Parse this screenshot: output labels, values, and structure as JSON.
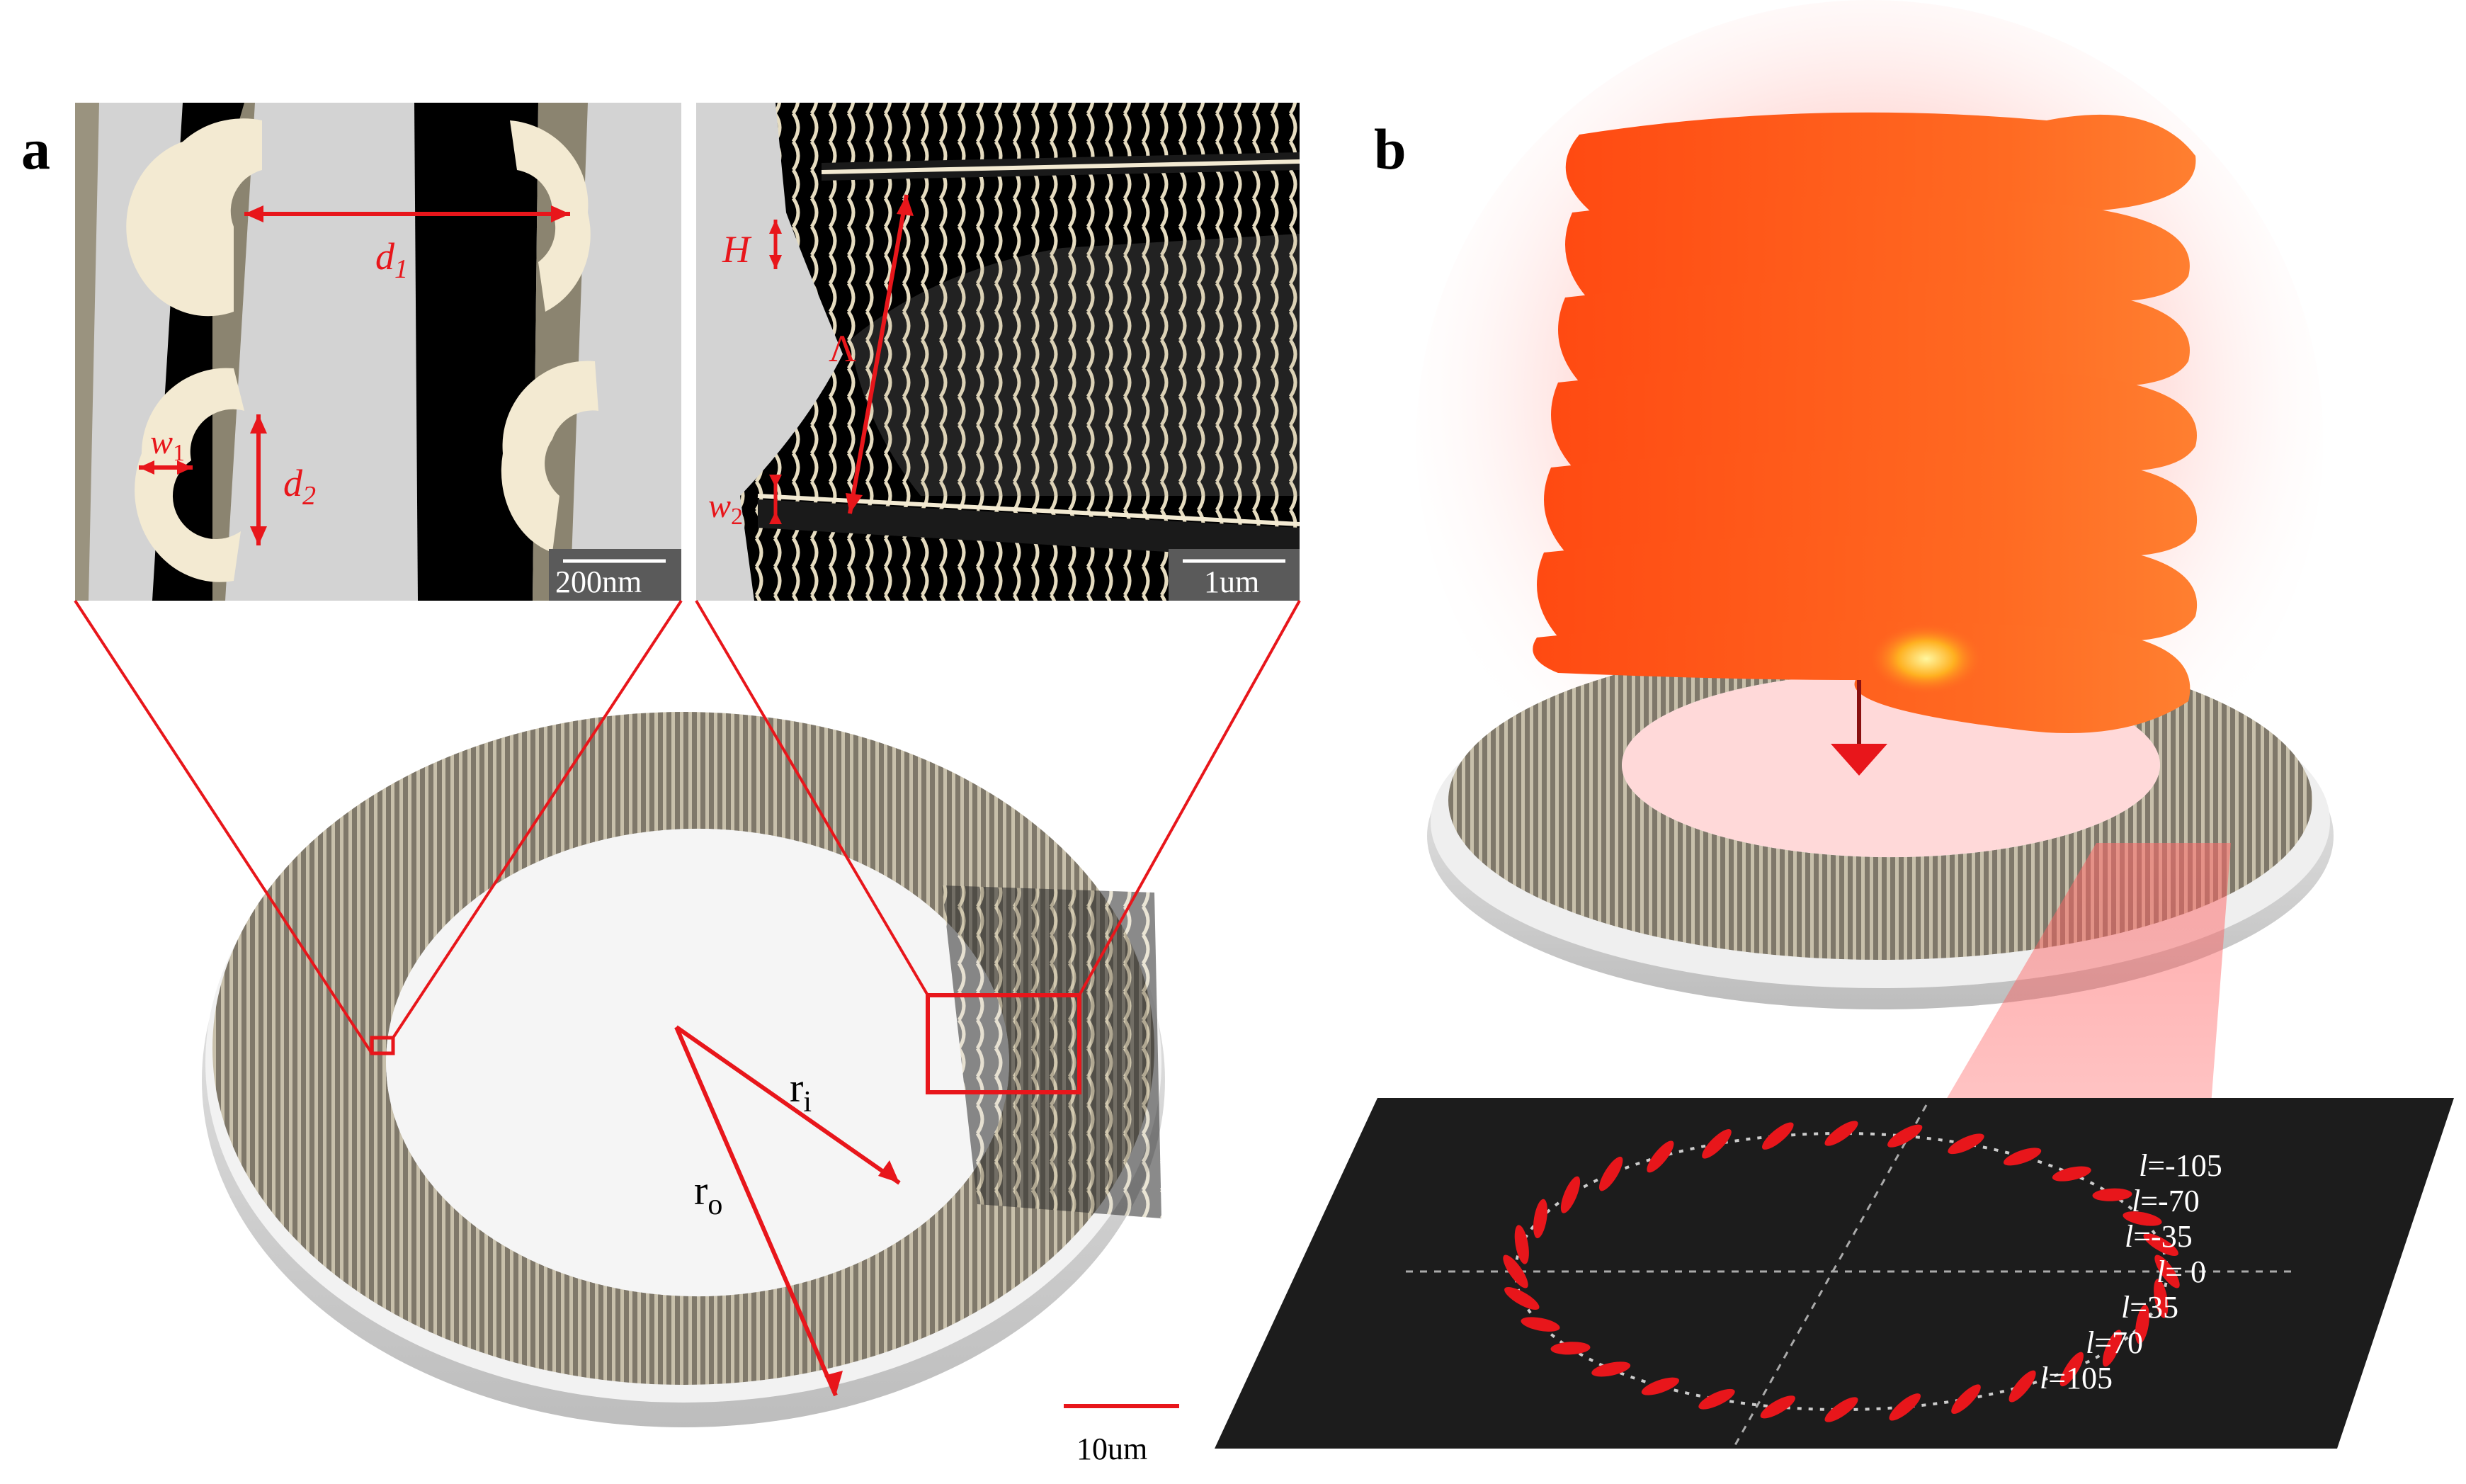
{
  "panels": {
    "a": "a",
    "b": "b"
  },
  "inset_left": {
    "d1": "d",
    "d1_sub": "1",
    "d2": "d",
    "d2_sub": "2",
    "w1": "w",
    "w1_sub": "1",
    "scale": "200nm"
  },
  "inset_right": {
    "H": "H",
    "Lambda": "Λ",
    "w2": "w",
    "w2_sub": "2",
    "scale": "1um"
  },
  "ring": {
    "ri": "r",
    "ri_sub": "i",
    "ro": "r",
    "ro_sub": "o",
    "scale": "10um"
  },
  "modes": [
    {
      "l": "l",
      "value": "=-105"
    },
    {
      "l": "l",
      "value": "=-70"
    },
    {
      "l": "l",
      "value": "=-35"
    },
    {
      "l": "l",
      "value": "= 0"
    },
    {
      "l": "l",
      "value": "=35"
    },
    {
      "l": "l",
      "value": "=70"
    },
    {
      "l": "l",
      "value": "=105"
    }
  ],
  "colors": {
    "accent": "#e8161b",
    "fin": "#f3ead2",
    "metal": "#8d8677",
    "beam": "#ff5a1f",
    "screen": "#1c1c1c"
  }
}
